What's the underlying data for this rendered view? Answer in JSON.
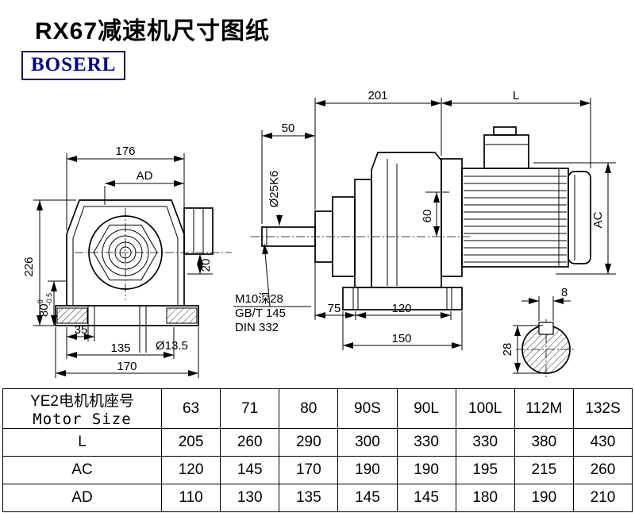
{
  "page": {
    "title": "RX67减速机尺寸图纸",
    "logo_text": "BOSERL"
  },
  "front_view": {
    "dim_176": "176",
    "dim_AD": "AD",
    "dim_226": "226",
    "dim_80": "80",
    "tol_upper": "0",
    "tol_lower": "-0.5",
    "dim_35": "35",
    "dim_135": "135",
    "dim_170": "170",
    "dim_20": "20",
    "dia_13_5": "Ø13.5"
  },
  "side_view": {
    "dim_201": "201",
    "dim_L": "L",
    "dim_50": "50",
    "dia_25": "Ø25K6",
    "dim_60": "60",
    "dim_AC": "AC",
    "thread_note": "M10深28",
    "std_gbt": "GB/T 145",
    "std_din": "DIN 332",
    "dim_75": "75",
    "dim_120": "120",
    "dim_150": "150"
  },
  "shaft_section": {
    "dim_8": "8",
    "dim_28": "28"
  },
  "table": {
    "header_label_line1": "YE2电机机座号",
    "header_label_line2": "Motor Size",
    "sizes": [
      "63",
      "71",
      "80",
      "90S",
      "90L",
      "100L",
      "112M",
      "132S"
    ],
    "rows": [
      {
        "label": "L",
        "values": [
          "205",
          "260",
          "290",
          "300",
          "330",
          "330",
          "380",
          "430"
        ]
      },
      {
        "label": "AC",
        "values": [
          "120",
          "145",
          "170",
          "190",
          "190",
          "195",
          "215",
          "260"
        ]
      },
      {
        "label": "AD",
        "values": [
          "110",
          "130",
          "135",
          "145",
          "145",
          "180",
          "190",
          "210"
        ]
      }
    ]
  },
  "colors": {
    "line": "#000000",
    "logo_border": "#1c1060",
    "logo_text": "#00008B",
    "background": "#ffffff"
  }
}
